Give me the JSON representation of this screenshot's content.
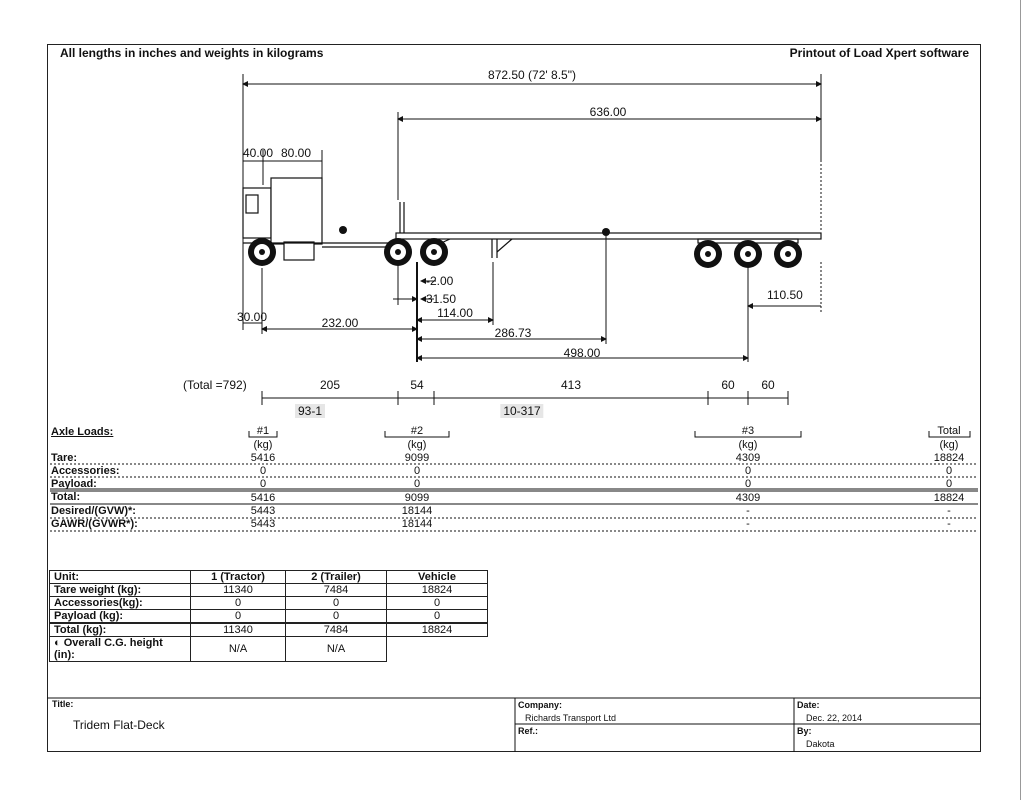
{
  "header": {
    "left": "All lengths in inches and weights in kilograms",
    "right": "Printout of Load Xpert software"
  },
  "dimensions": {
    "overall": "872.50 (72' 8.5\")",
    "trailer_length": "636.00",
    "front_40": "40.00",
    "front_80": "80.00",
    "minus_2": "-2.00",
    "d_31_50": "31.50",
    "d_110_50": "110.50",
    "d_30": "30.00",
    "d_232": "232.00",
    "d_114": "114.00",
    "d_286": "286.73",
    "d_498": "498.00"
  },
  "spacing": {
    "total": "(Total =792)",
    "s205": "205",
    "s54": "54",
    "s413": "413",
    "s60a": "60",
    "s60b": "60",
    "ref1": "93-1",
    "ref2": "10-317"
  },
  "axle_loads": {
    "title": "Axle Loads:",
    "groups": [
      "#1",
      "#2",
      "#3",
      "Total"
    ],
    "unit": "(kg)",
    "rows": [
      {
        "label": "Tare:",
        "values": [
          "5416",
          "9099",
          "4309",
          "18824"
        ]
      },
      {
        "label": "Accessories:",
        "values": [
          "0",
          "0",
          "0",
          "0"
        ]
      },
      {
        "label": "Payload:",
        "values": [
          "0",
          "0",
          "0",
          "0"
        ]
      },
      {
        "label": "Total:",
        "values": [
          "5416",
          "9099",
          "4309",
          "18824"
        ]
      },
      {
        "label": "Desired/(GVW)*:",
        "values": [
          "5443",
          "18144",
          "-",
          "-"
        ]
      },
      {
        "label": "GAWR/(GVWR*):",
        "values": [
          "5443",
          "18144",
          "-",
          "-"
        ]
      }
    ]
  },
  "unit_table": {
    "headers": [
      "Unit:",
      "1 (Tractor)",
      "2 (Trailer)",
      "Vehicle"
    ],
    "rows": [
      {
        "label": "Tare weight (kg):",
        "values": [
          "11340",
          "7484",
          "18824"
        ]
      },
      {
        "label": "Accessories(kg):",
        "values": [
          "0",
          "0",
          "0"
        ]
      },
      {
        "label": "Payload (kg):",
        "values": [
          "0",
          "0",
          "0"
        ]
      },
      {
        "label": "Total (kg):",
        "values": [
          "11340",
          "7484",
          "18824"
        ]
      }
    ],
    "cg_label": "Overall C.G. height (in):",
    "cg_values": [
      "N/A",
      "N/A"
    ]
  },
  "footer": {
    "title_label": "Title:",
    "title_value": "Tridem Flat-Deck",
    "company_label": "Company:",
    "company_value": "Richards Transport Ltd",
    "ref_label": "Ref.:",
    "date_label": "Date:",
    "date_value": "Dec. 22, 2014",
    "by_label": "By:",
    "by_value": "Dakota"
  }
}
